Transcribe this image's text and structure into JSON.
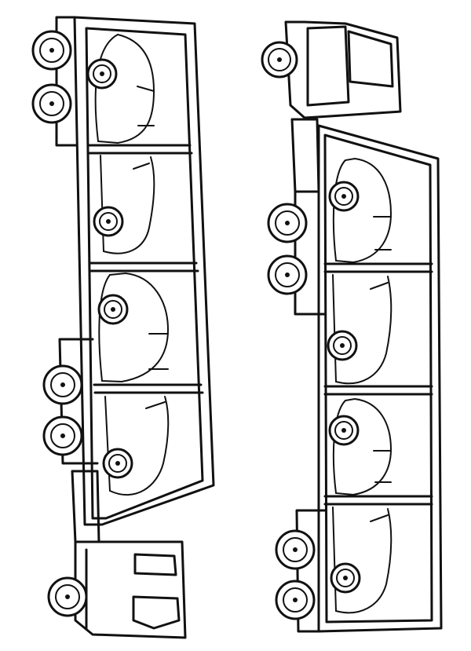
{
  "picture": {
    "kind": "coloring-page",
    "subject": "car-carrier-trucks",
    "line_color": "#111111",
    "background_color": "#ffffff",
    "trucks": [
      {
        "name": "left-carrier",
        "cab_position": "bottom",
        "cars_carried": 4,
        "wheels": 5
      },
      {
        "name": "right-carrier",
        "cab_position": "top",
        "cars_carried": 4,
        "wheels": 5
      }
    ]
  }
}
